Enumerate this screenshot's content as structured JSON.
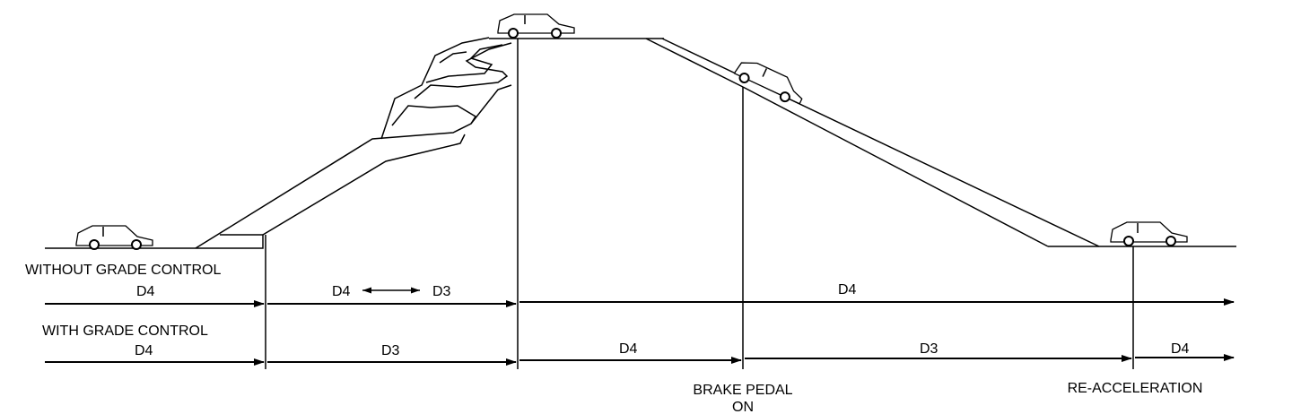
{
  "rows": {
    "without": {
      "label": "WITHOUT GRADE CONTROL",
      "seg1": "D4",
      "seg2_left": "D4",
      "seg2_right": "D3",
      "seg3": "D4"
    },
    "with": {
      "label": "WITH GRADE CONTROL",
      "seg1": "D4",
      "seg2": "D3",
      "seg3": "D4",
      "seg4": "D3",
      "seg5": "D4"
    }
  },
  "events": {
    "brake_line1": "BRAKE PEDAL",
    "brake_line2": "ON",
    "reaccel": "RE-ACCELERATION"
  },
  "icons": [
    "car-icon",
    "double-arrow-icon",
    "arrow-right-icon"
  ]
}
